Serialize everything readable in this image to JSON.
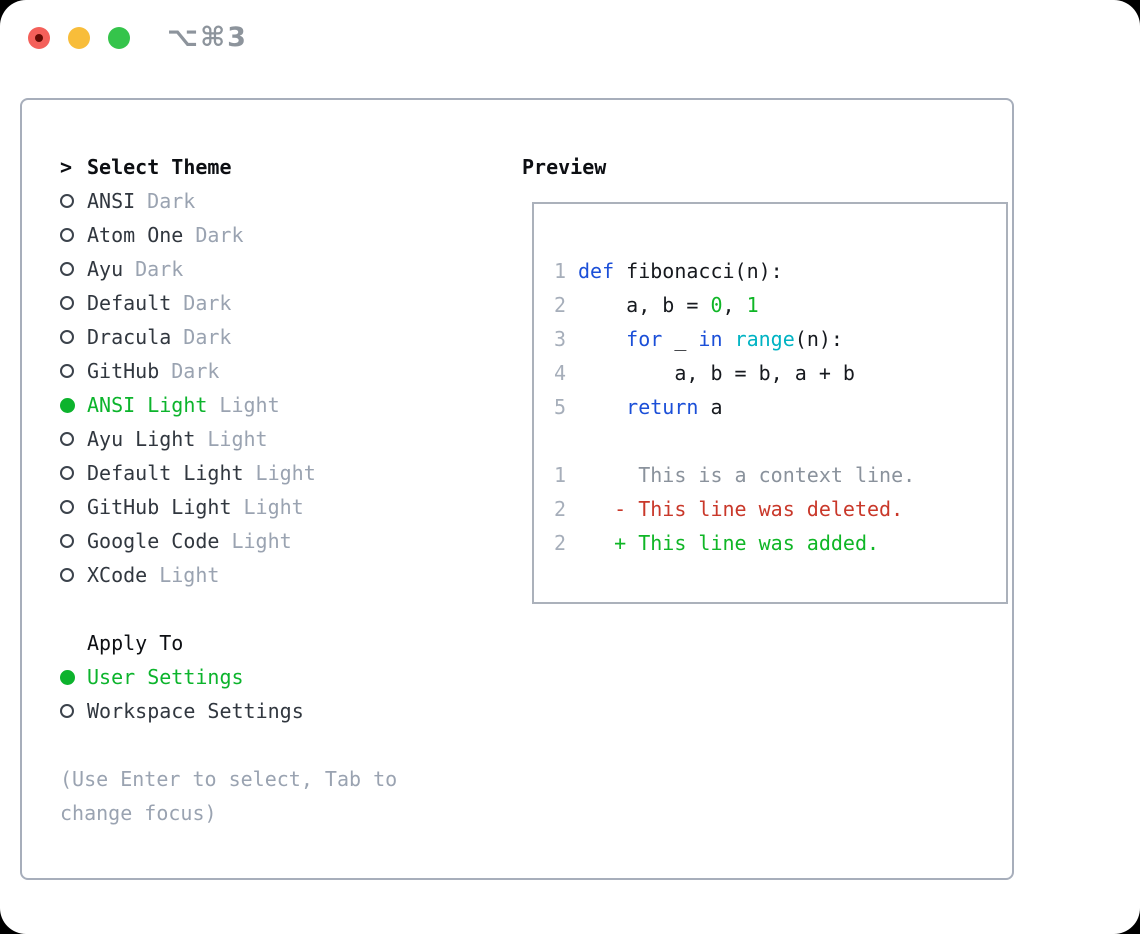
{
  "window": {
    "title": "⌥⌘3",
    "traffic_lights": [
      "close",
      "minimize",
      "zoom"
    ]
  },
  "theme_panel": {
    "caret": ">",
    "header": "Select Theme",
    "items": [
      {
        "name": "ANSI",
        "variant": "Dark",
        "selected": false
      },
      {
        "name": "Atom One",
        "variant": "Dark",
        "selected": false
      },
      {
        "name": "Ayu",
        "variant": "Dark",
        "selected": false
      },
      {
        "name": "Default",
        "variant": "Dark",
        "selected": false
      },
      {
        "name": "Dracula",
        "variant": "Dark",
        "selected": false
      },
      {
        "name": "GitHub",
        "variant": "Dark",
        "selected": false
      },
      {
        "name": "ANSI Light",
        "variant": "Light",
        "selected": true
      },
      {
        "name": "Ayu Light",
        "variant": "Light",
        "selected": false
      },
      {
        "name": "Default Light",
        "variant": "Light",
        "selected": false
      },
      {
        "name": "GitHub Light",
        "variant": "Light",
        "selected": false
      },
      {
        "name": "Google Code",
        "variant": "Light",
        "selected": false
      },
      {
        "name": "XCode",
        "variant": "Light",
        "selected": false
      }
    ],
    "apply_to": {
      "header": "Apply To",
      "options": [
        {
          "label": "User Settings",
          "selected": true
        },
        {
          "label": "Workspace Settings",
          "selected": false
        }
      ]
    },
    "hint_lines": [
      "(Use Enter to select, Tab to",
      "change focus)"
    ]
  },
  "preview": {
    "header": "Preview",
    "code_lines": [
      {
        "num": "1",
        "tokens": [
          {
            "text": "def",
            "color": "keyword"
          },
          {
            "text": " fibonacci(n):",
            "color": "default"
          }
        ]
      },
      {
        "num": "2",
        "tokens": [
          {
            "text": "    a, b = ",
            "color": "default"
          },
          {
            "text": "0",
            "color": "number"
          },
          {
            "text": ", ",
            "color": "default"
          },
          {
            "text": "1",
            "color": "number"
          }
        ]
      },
      {
        "num": "3",
        "tokens": [
          {
            "text": "    ",
            "color": "default"
          },
          {
            "text": "for",
            "color": "keyword"
          },
          {
            "text": " _ ",
            "color": "default"
          },
          {
            "text": "in",
            "color": "keyword"
          },
          {
            "text": " ",
            "color": "default"
          },
          {
            "text": "range",
            "color": "builtin"
          },
          {
            "text": "(n):",
            "color": "default"
          }
        ]
      },
      {
        "num": "4",
        "tokens": [
          {
            "text": "        a, b = b, a + b",
            "color": "default"
          }
        ]
      },
      {
        "num": "5",
        "tokens": [
          {
            "text": "    ",
            "color": "default"
          },
          {
            "text": "return",
            "color": "keyword"
          },
          {
            "text": " a",
            "color": "default"
          }
        ]
      },
      {
        "num": "",
        "tokens": []
      },
      {
        "num": "1",
        "tokens": [
          {
            "text": "     This is a context line.",
            "color": "context"
          }
        ]
      },
      {
        "num": "2",
        "tokens": [
          {
            "text": "   - This line was deleted.",
            "color": "deleted"
          }
        ]
      },
      {
        "num": "2",
        "tokens": [
          {
            "text": "   + This line was added.",
            "color": "added"
          }
        ]
      }
    ]
  },
  "colors": {
    "selected_green": "#0db32d",
    "keyword_blue": "#1b4fd8",
    "builtin_cyan": "#00b3c3",
    "number_green": "#0fb626",
    "deleted_red": "#c9382a",
    "added_green": "#0fb626",
    "context_gray": "#8a929c",
    "muted_gray": "#9aa3b1",
    "panel_border": "#a7aebb",
    "traffic_red": "#f4605a",
    "traffic_yellow": "#f8bd3a",
    "traffic_green": "#35c44b"
  }
}
